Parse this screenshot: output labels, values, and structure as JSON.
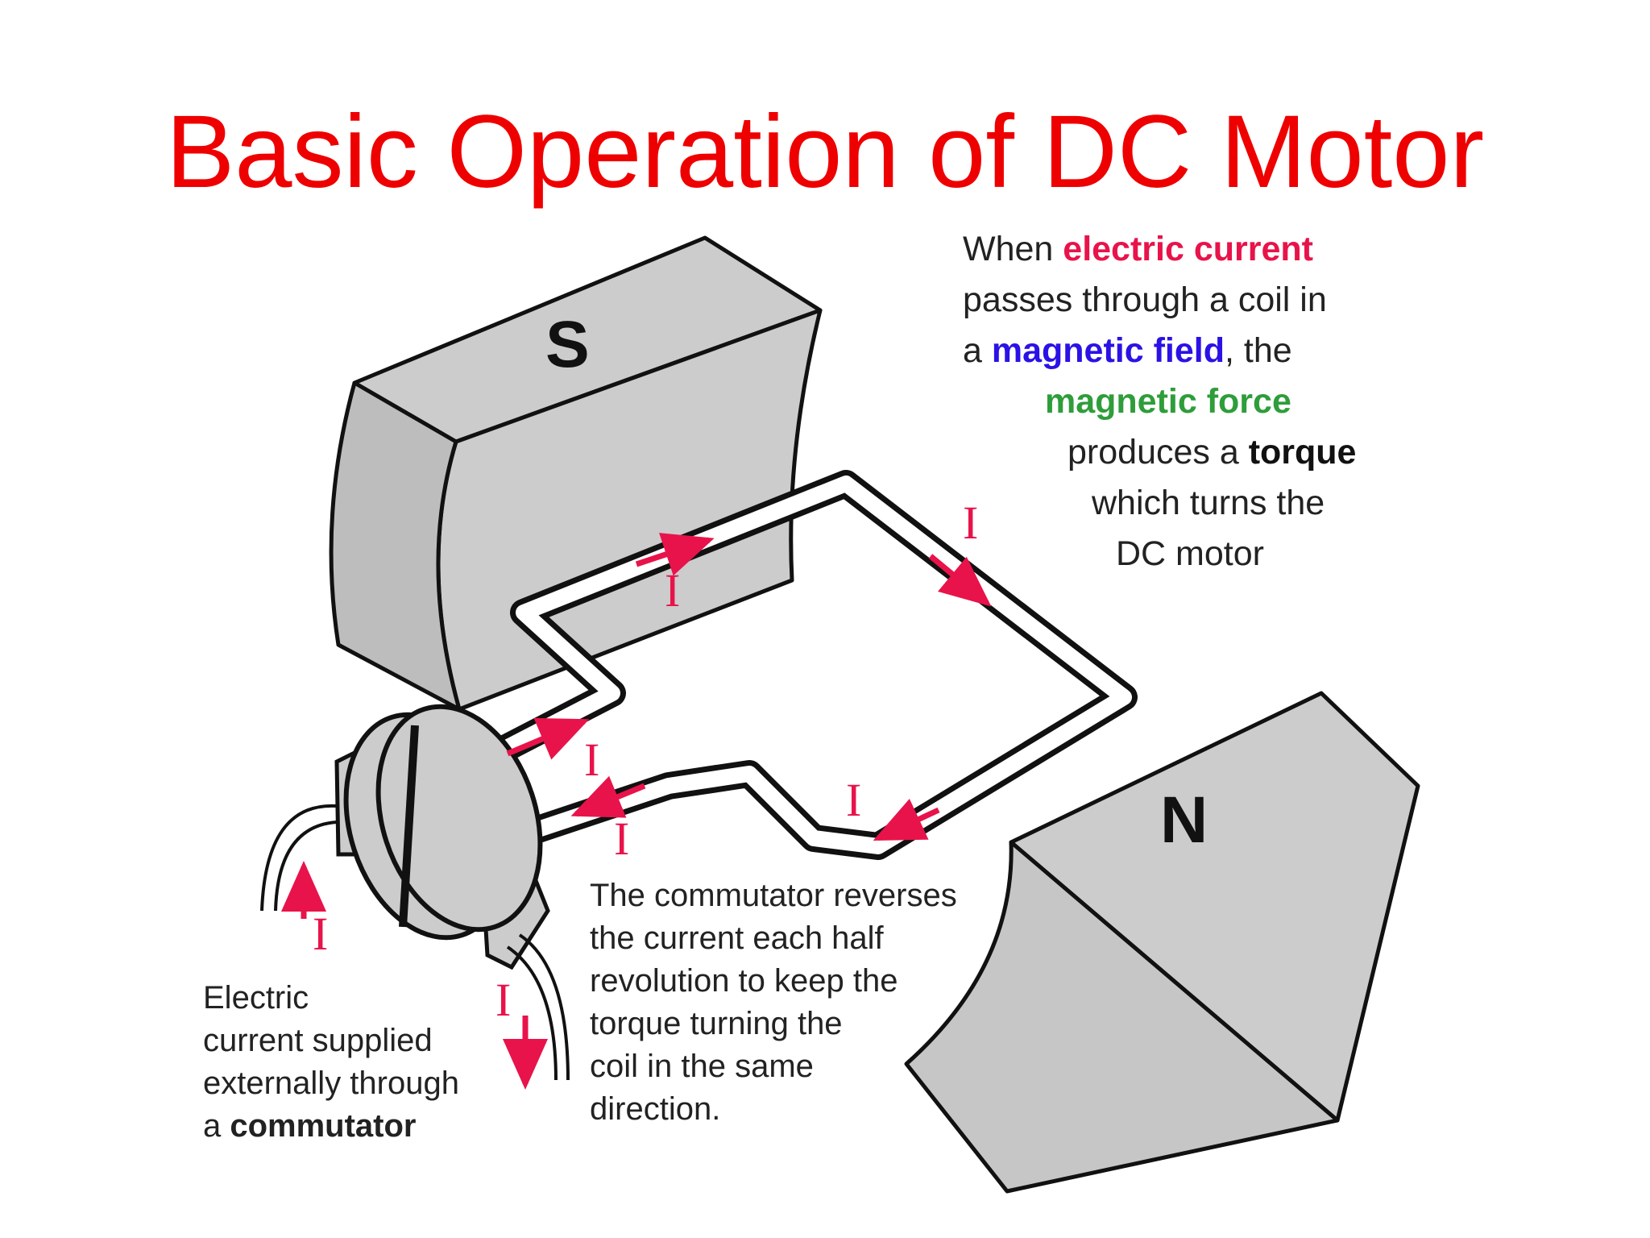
{
  "title": "Basic Operation of DC Motor",
  "poles": {
    "south": "S",
    "north": "N"
  },
  "current_symbol": "I",
  "intro": {
    "line1_a": "When ",
    "line1_b": "electric current",
    "line2": "passes through a  coil in",
    "line3_a": "a ",
    "line3_b": "magnetic field",
    "line3_c": ", the",
    "line4": "magnetic force",
    "line5_a": "produces a ",
    "line5_b": "torque",
    "line6": "which turns the",
    "line7": "DC motor"
  },
  "commutator_note": {
    "lines": [
      "The commutator reverses",
      "the current each half",
      "revolution to keep the",
      "torque turning the",
      "coil in the same",
      "direction."
    ]
  },
  "supply_note": {
    "line1": "Electric",
    "line2": "current supplied",
    "line3": "externally through",
    "line4_a": "a ",
    "line4_b": "commutator"
  },
  "colors": {
    "title": "#ee0000",
    "current": "#e8134a",
    "field": "#2a12e6",
    "force": "#2e9d3a",
    "magnet": "#cccccc"
  }
}
